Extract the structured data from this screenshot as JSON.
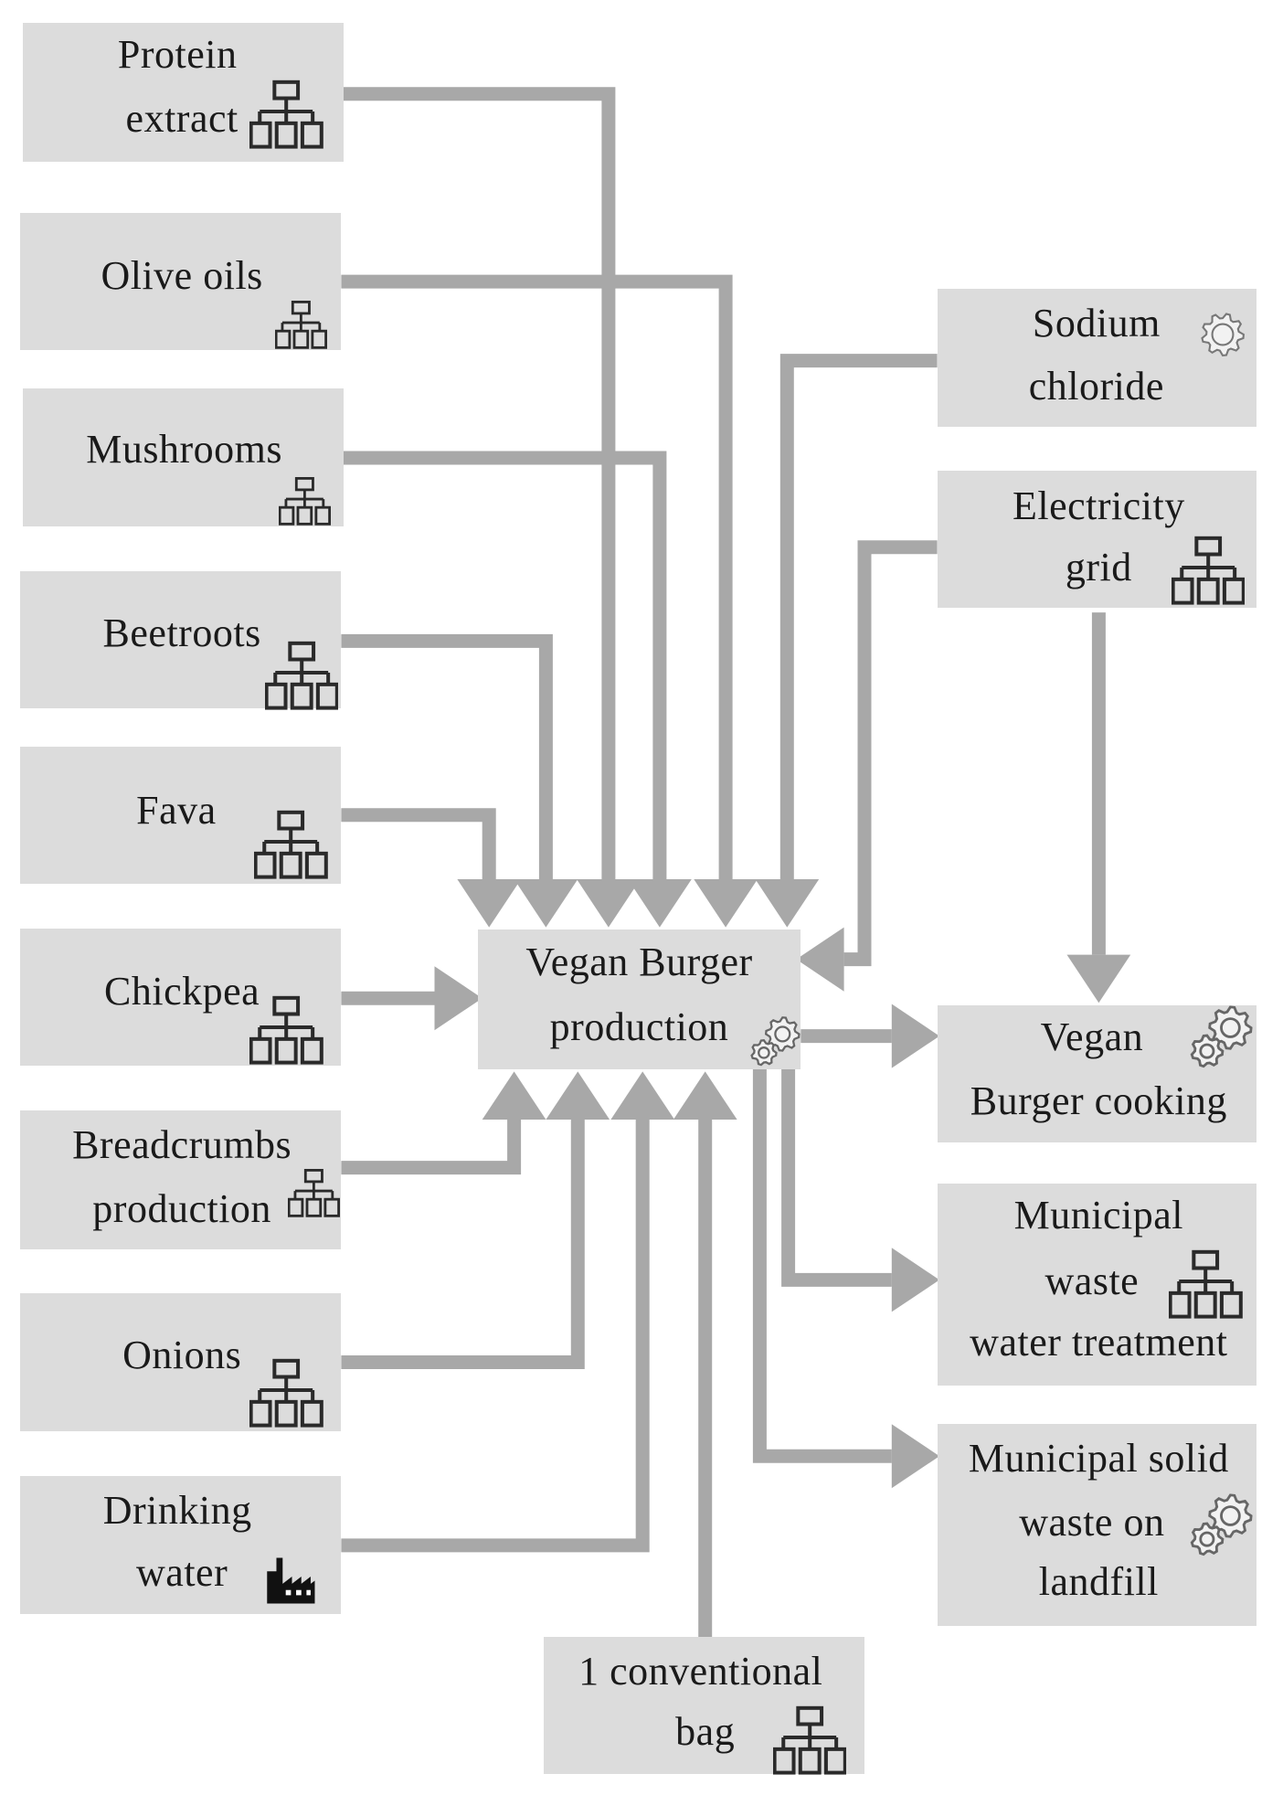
{
  "center": {
    "lines": [
      "Vegan Burger",
      "production"
    ],
    "icon": "gears-icon"
  },
  "inputs": [
    {
      "id": "protein-extract",
      "lines": [
        "Protein",
        "extract"
      ],
      "icon": "hierarchy-icon"
    },
    {
      "id": "olive-oils",
      "lines": [
        "Olive oils"
      ],
      "icon": "hierarchy-icon"
    },
    {
      "id": "mushrooms",
      "lines": [
        "Mushrooms"
      ],
      "icon": "hierarchy-icon"
    },
    {
      "id": "beetroots",
      "lines": [
        "Beetroots"
      ],
      "icon": "hierarchy-icon"
    },
    {
      "id": "fava",
      "lines": [
        "Fava"
      ],
      "icon": "hierarchy-icon"
    },
    {
      "id": "chickpea",
      "lines": [
        "Chickpea"
      ],
      "icon": "hierarchy-icon"
    },
    {
      "id": "breadcrumbs-production",
      "lines": [
        "Breadcrumbs",
        "production"
      ],
      "icon": "hierarchy-icon"
    },
    {
      "id": "onions",
      "lines": [
        "Onions"
      ],
      "icon": "hierarchy-icon"
    },
    {
      "id": "drinking-water",
      "lines": [
        "Drinking",
        "water"
      ],
      "icon": "factory-icon"
    },
    {
      "id": "conventional-bag",
      "lines": [
        "1 conventional",
        "bag"
      ],
      "icon": "hierarchy-icon"
    },
    {
      "id": "sodium-chloride",
      "lines": [
        "Sodium",
        "chloride"
      ],
      "icon": "gear-icon"
    },
    {
      "id": "electricity-grid",
      "lines": [
        "Electricity",
        "grid"
      ],
      "icon": "hierarchy-icon"
    }
  ],
  "outputs": [
    {
      "id": "vegan-burger-cooking",
      "lines": [
        "Vegan",
        "Burger cooking"
      ],
      "icon": "gears-icon"
    },
    {
      "id": "municipal-waste-water-treatment",
      "lines": [
        "Municipal",
        "waste",
        "water treatment"
      ],
      "icon": "hierarchy-icon"
    },
    {
      "id": "municipal-solid-waste-on-landfill",
      "lines": [
        "Municipal solid",
        "waste on",
        "landfill"
      ],
      "icon": "gears-icon"
    }
  ],
  "colors": {
    "box": "#dcdcdc",
    "arrow": "#a8a8a8",
    "text": "#1a1a1a"
  }
}
